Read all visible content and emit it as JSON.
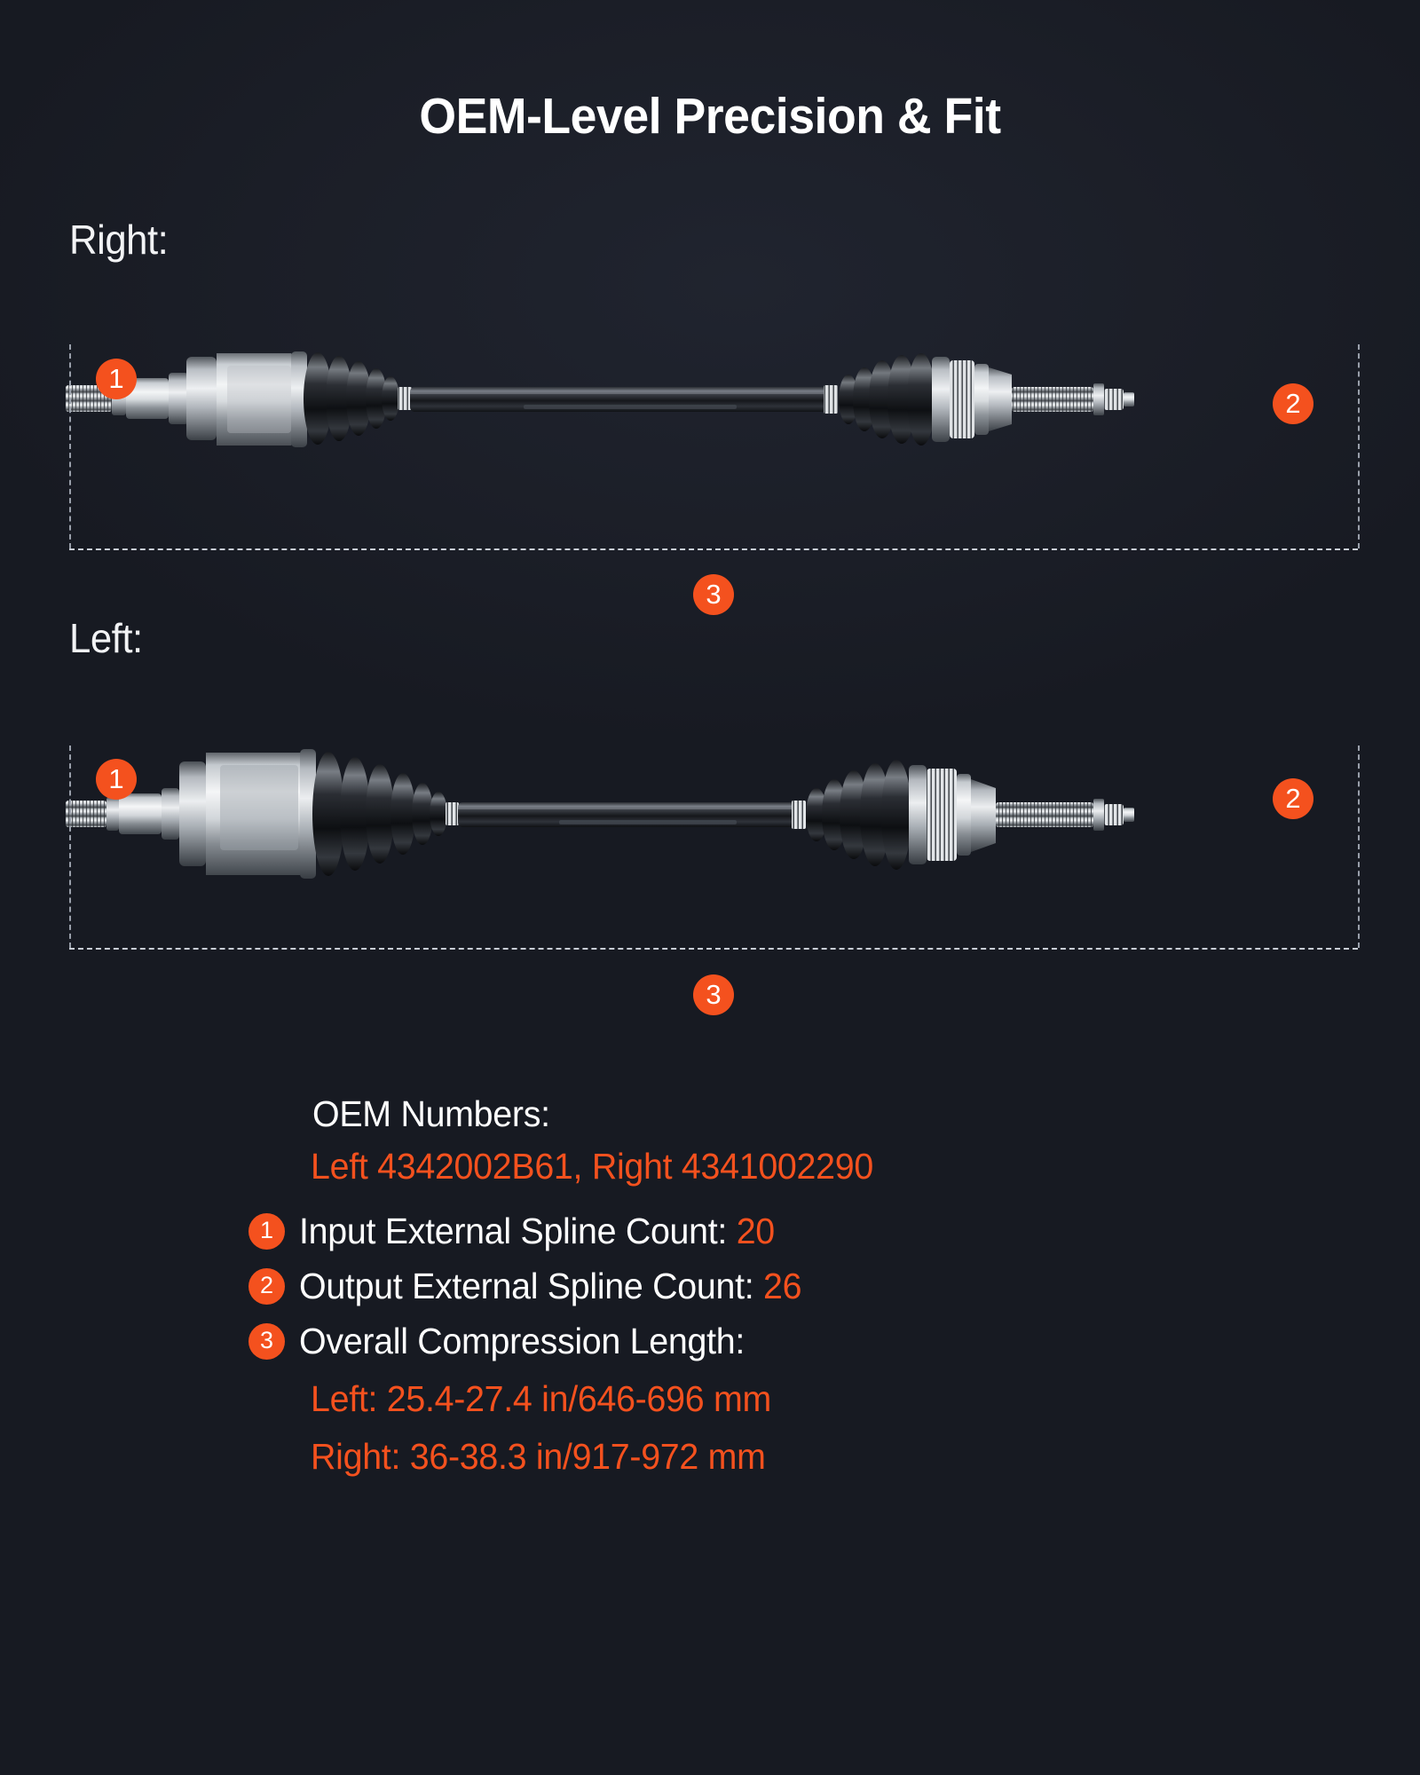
{
  "theme": {
    "background": "#1b1e27",
    "accent": "#f4511e",
    "text": "#ffffff",
    "guide": "#c9ced6"
  },
  "header": {
    "title": "OEM-Level Precision & Fit"
  },
  "diagrams": [
    {
      "label": "Right:",
      "badges": {
        "input": "1",
        "output": "2",
        "length": "3"
      }
    },
    {
      "label": "Left:",
      "badges": {
        "input": "1",
        "output": "2",
        "length": "3"
      }
    }
  ],
  "info": {
    "oem_heading": "OEM Numbers:",
    "oem_values": "Left 4342002B61, Right 4341002290",
    "specs": [
      {
        "num": "1",
        "label": "Input External Spline Count: ",
        "value": "20"
      },
      {
        "num": "2",
        "label": "Output External Spline Count: ",
        "value": "26"
      },
      {
        "num": "3",
        "label": "Overall Compression Length:",
        "value": ""
      }
    ],
    "length_left": "Left: 25.4-27.4 in/646-696 mm",
    "length_right": "Right: 36-38.3 in/917-972 mm"
  }
}
